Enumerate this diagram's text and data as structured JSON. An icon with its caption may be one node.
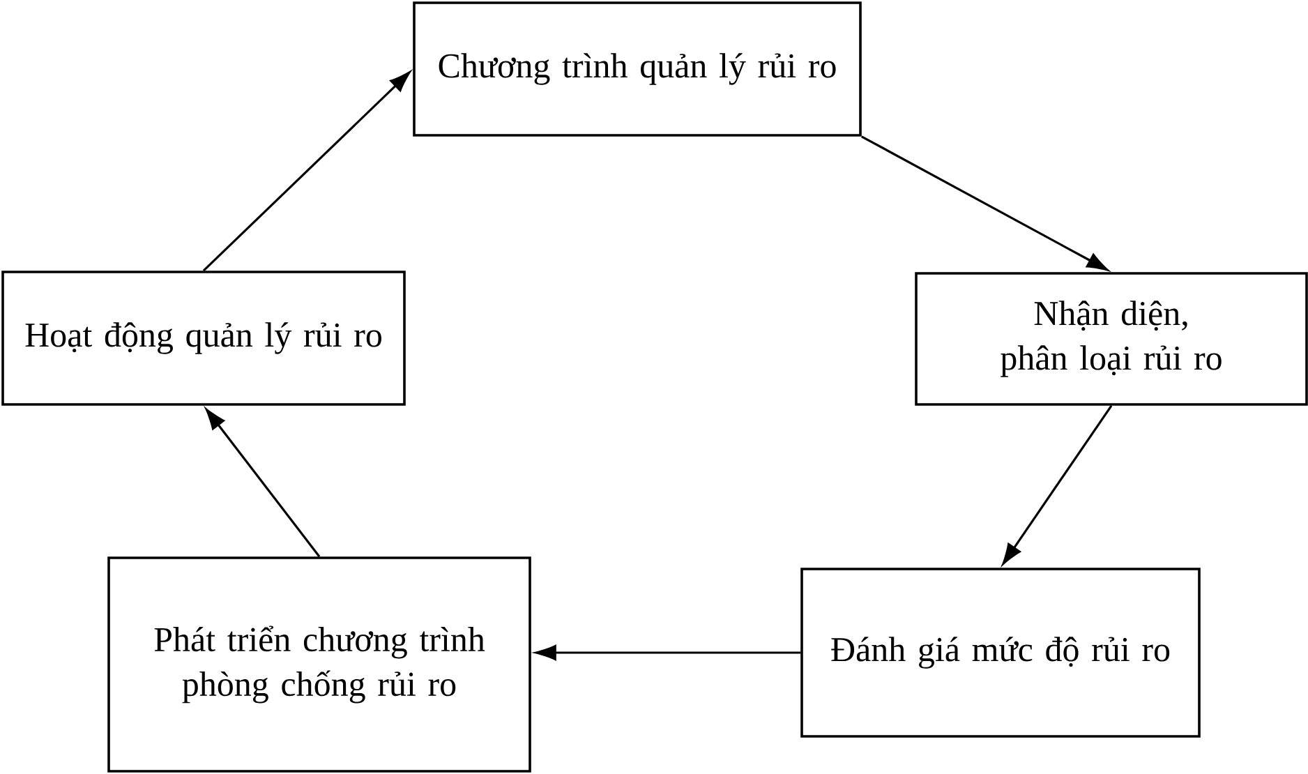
{
  "diagram": {
    "nodes": [
      {
        "text": [
          "Chương trình quản lý rủi ro"
        ]
      },
      {
        "text": [
          "Nhận diện, phân loại rủi ro"
        ]
      },
      {
        "text": [
          "Đánh giá mức độ rủi ro"
        ]
      },
      {
        "text": [
          "Phát triển chương trình phòng chống rủi ro"
        ]
      },
      {
        "text": [
          "Hoạt động quản lý rủi ro"
        ]
      }
    ],
    "edges": [
      {
        "from": 0,
        "to": 1,
        "arrow": "to"
      },
      {
        "from": 1,
        "to": 2,
        "arrow": "to"
      },
      {
        "from": 2,
        "to": 3,
        "arrow": "to"
      },
      {
        "from": 3,
        "to": 4,
        "arrow": "to"
      },
      {
        "from": 4,
        "to": 0,
        "arrow": "to"
      }
    ]
  }
}
